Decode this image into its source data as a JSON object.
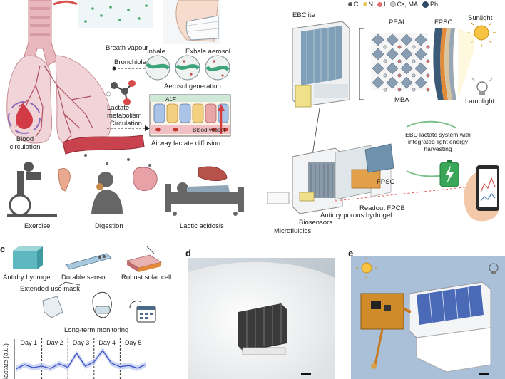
{
  "panel_a": {
    "labels": {
      "breath_vapour": "Breath vapour",
      "bronchiole": "Bronchiole",
      "inhale": "Inhale",
      "exhale_aerosol": "Exhale aerosol",
      "aerosol_generation": "Aerosol generation",
      "lactate_metabolism": "Lactate metabolism",
      "alf": "ALF",
      "blood_vessel": "Blood vessel",
      "circulation": "Circulation",
      "airway_lactate_diffusion": "Airway lactate diffusion",
      "blood_circulation": "Blood circulation",
      "exercise": "Exercise",
      "digestion": "Digestion",
      "lactic_acidosis": "Lactic acidosis"
    }
  },
  "panel_b": {
    "legend": [
      {
        "label": "C",
        "color": "#555555"
      },
      {
        "label": "N",
        "color": "#e8c85a"
      },
      {
        "label": "I",
        "color": "#e07070"
      },
      {
        "label": "Cs, MA",
        "color": "#cfcfcf"
      },
      {
        "label": "Pb",
        "color": "#2e4a66"
      }
    ],
    "labels": {
      "ebclite": "EBClite",
      "peai": "PEAI",
      "fpsc_top": "FPSC",
      "sunlight": "Sunlight",
      "lamplight": "Lamplight",
      "mba": "MBA",
      "ebc_system": "EBC lactate system with integrated light energy harvesting",
      "fpsc": "FPSC",
      "readout_fpcb": "Readout FPCB",
      "antidry_hydrogel": "Antidry porous hydrogel",
      "biosensors": "Biosensors",
      "microfluidics": "Microfluidics"
    }
  },
  "panel_c": {
    "letter": "c",
    "antidry_hydrogel": "Antidry hydrogel",
    "durable_sensor": "Durable sensor",
    "robust_solar_cell": "Robust solar cell",
    "extended_use_mask": "Extended-use mask",
    "long_term_monitoring": "Long-term monitoring",
    "ylabel": "lactate (a.u.)",
    "days": [
      "Day 1",
      "Day 2",
      "Day 3",
      "Day 4",
      "Day 5"
    ]
  },
  "chart_data": {
    "type": "line",
    "ylabel": "lactate (a.u.)",
    "categories": [
      "Day 1",
      "Day 2",
      "Day 3",
      "Day 4",
      "Day 5"
    ],
    "x": [
      0,
      1,
      2,
      3,
      4,
      5,
      6,
      7,
      8,
      9,
      10,
      11,
      12,
      13,
      14,
      15
    ],
    "series": [
      {
        "values": [
          0.3,
          0.45,
          0.35,
          0.4,
          0.32,
          0.48,
          0.36,
          0.85,
          0.4,
          0.55,
          0.95,
          0.5,
          0.38,
          0.42,
          0.33,
          0.46
        ]
      }
    ],
    "grid": false
  },
  "panel_d": {
    "letter": "d"
  },
  "panel_e": {
    "letter": "e"
  }
}
